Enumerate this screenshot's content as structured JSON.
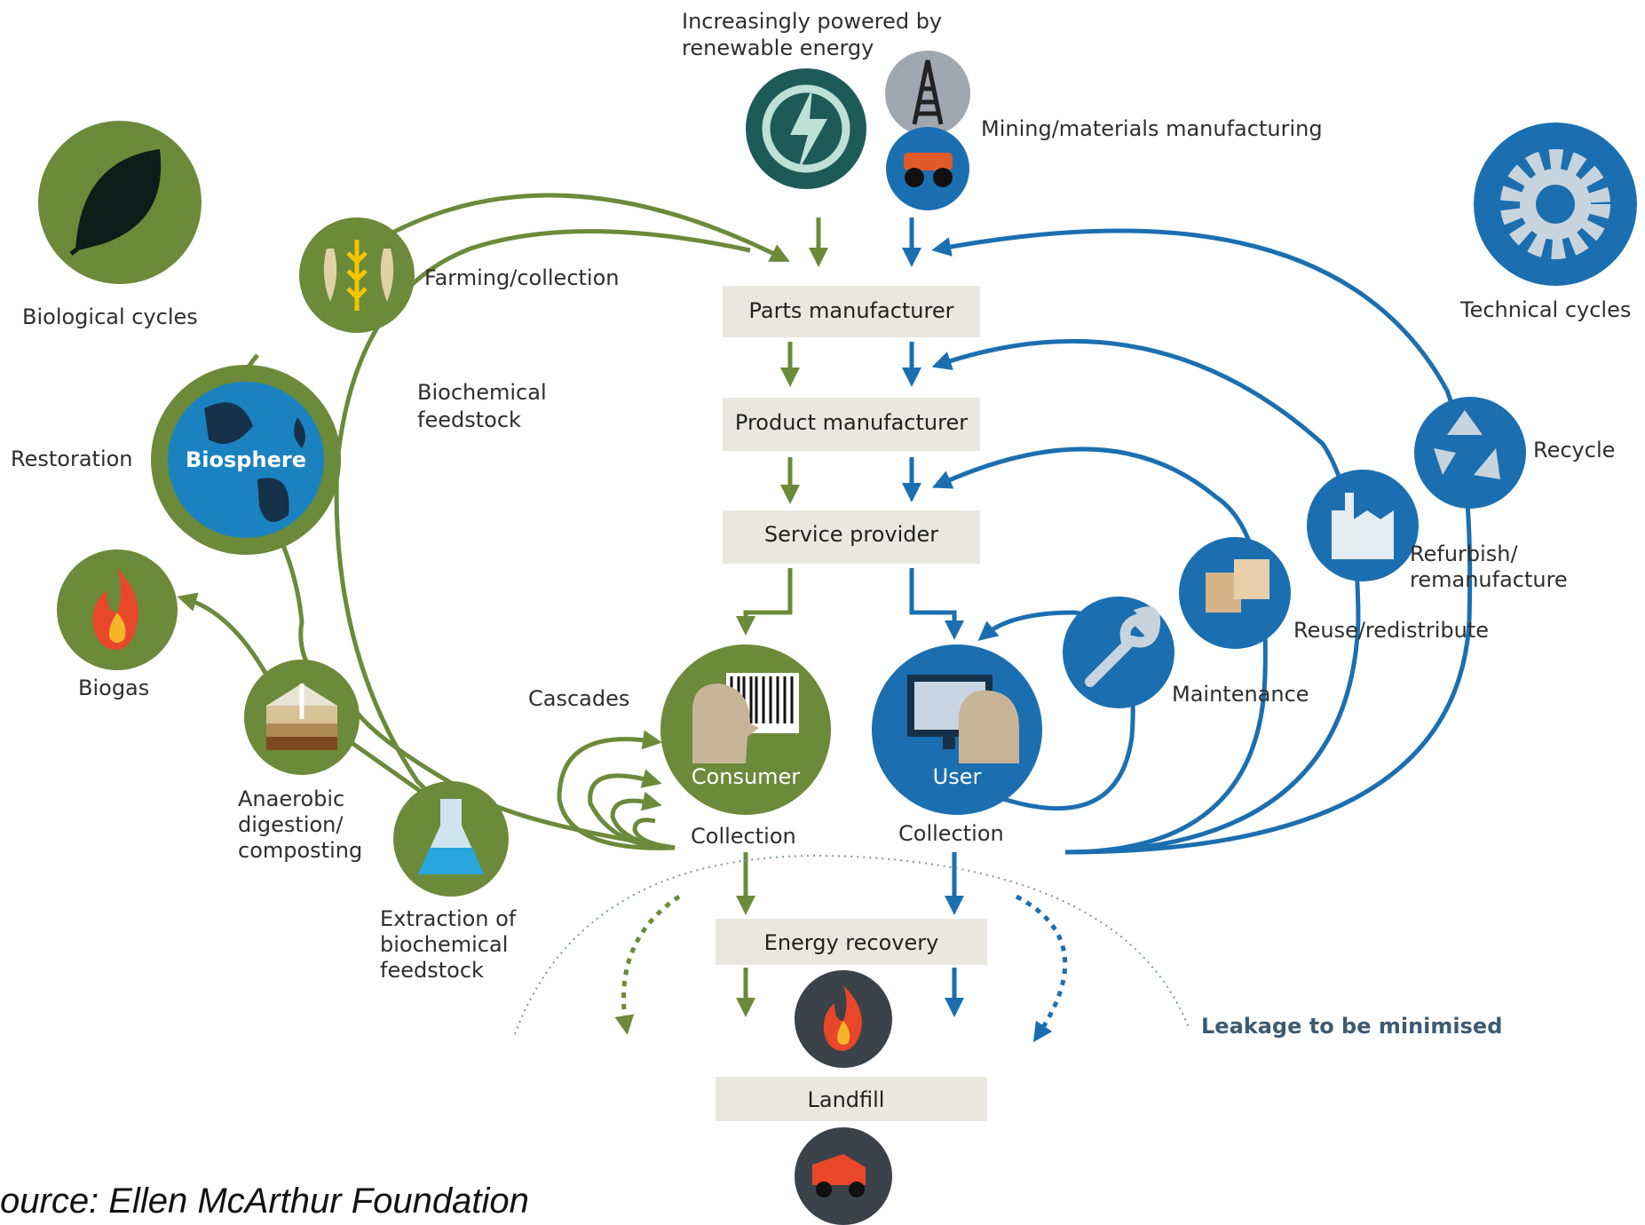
{
  "header": {
    "renewable": [
      "Increasingly powered by",
      "renewable energy"
    ],
    "mining": "Mining/materials manufacturing"
  },
  "legend": {
    "biological": "Biological cycles",
    "technical": "Technical cycles"
  },
  "biological_nodes": {
    "farming": "Farming/collection",
    "biochemical_feedstock": [
      "Biochemical",
      "feedstock"
    ],
    "restoration": "Restoration",
    "biosphere": "Biosphere",
    "biogas": "Biogas",
    "anaerobic": [
      "Anaerobic",
      "digestion/",
      "composting"
    ],
    "extraction": [
      "Extraction of",
      "biochemical",
      "feedstock"
    ],
    "cascades": "Cascades"
  },
  "chain": {
    "parts": "Parts manufacturer",
    "product": "Product manufacturer",
    "service": "Service provider",
    "energy": "Energy recovery",
    "landfill": "Landfill"
  },
  "center": {
    "consumer": "Consumer",
    "user": "User",
    "collection_left": "Collection",
    "collection_right": "Collection"
  },
  "technical_nodes": {
    "recycle": "Recycle",
    "refurbish": [
      "Refurbish/",
      "remanufacture"
    ],
    "reuse": "Reuse/redistribute",
    "maintenance": "Maintenance"
  },
  "leakage": "Leakage to be minimised",
  "source": "ource: Ellen McArthur Foundation",
  "colors": {
    "green": "#6b8a3a",
    "blue": "#1b6fb0",
    "box": "#e9e7e0",
    "teal": "#1d5b59"
  }
}
